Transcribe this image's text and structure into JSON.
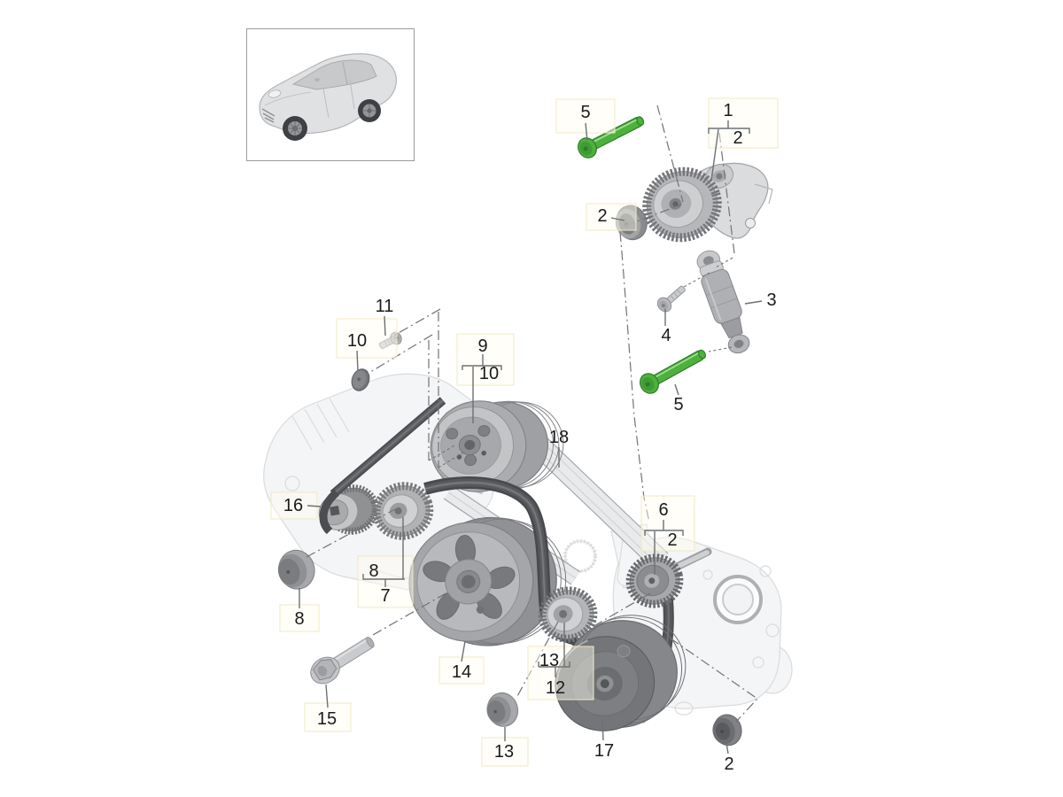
{
  "page": {
    "background": "#ffffff",
    "type": "parts-catalog-exploded-diagram"
  },
  "colors": {
    "highlight": "#4db13d",
    "highlight_dark": "#2f7d28",
    "highlight_light": "#a6de97",
    "label_text": "#1a1a1a",
    "leader_line": "#6d7073",
    "guide_line": "#707376",
    "highlight_box": "#f0e9c2",
    "belt_light": "#e9eaeb",
    "belt_dark": "#4b4d50",
    "faded_fill": "#f4f5f6",
    "faded_stroke": "#dadbdd"
  },
  "car_thumbnail": {
    "icon": "macan-suv-three-quarter-view"
  },
  "highlighted_callout": "5",
  "callouts": {
    "k1": "1",
    "k2a": "2",
    "k2b": "2",
    "k2c": "2",
    "k3": "3",
    "k4": "4",
    "k5a": "5",
    "k5b": "5",
    "k6": "6",
    "k7": "7",
    "k8a": "8",
    "k8b": "8",
    "k9": "9",
    "k10a": "10",
    "k10b": "10",
    "k11": "11",
    "k12": "12",
    "k13a": "13",
    "k13b": "13",
    "k14": "14",
    "k15": "15",
    "k16": "16",
    "k17": "17",
    "k18": "18"
  }
}
